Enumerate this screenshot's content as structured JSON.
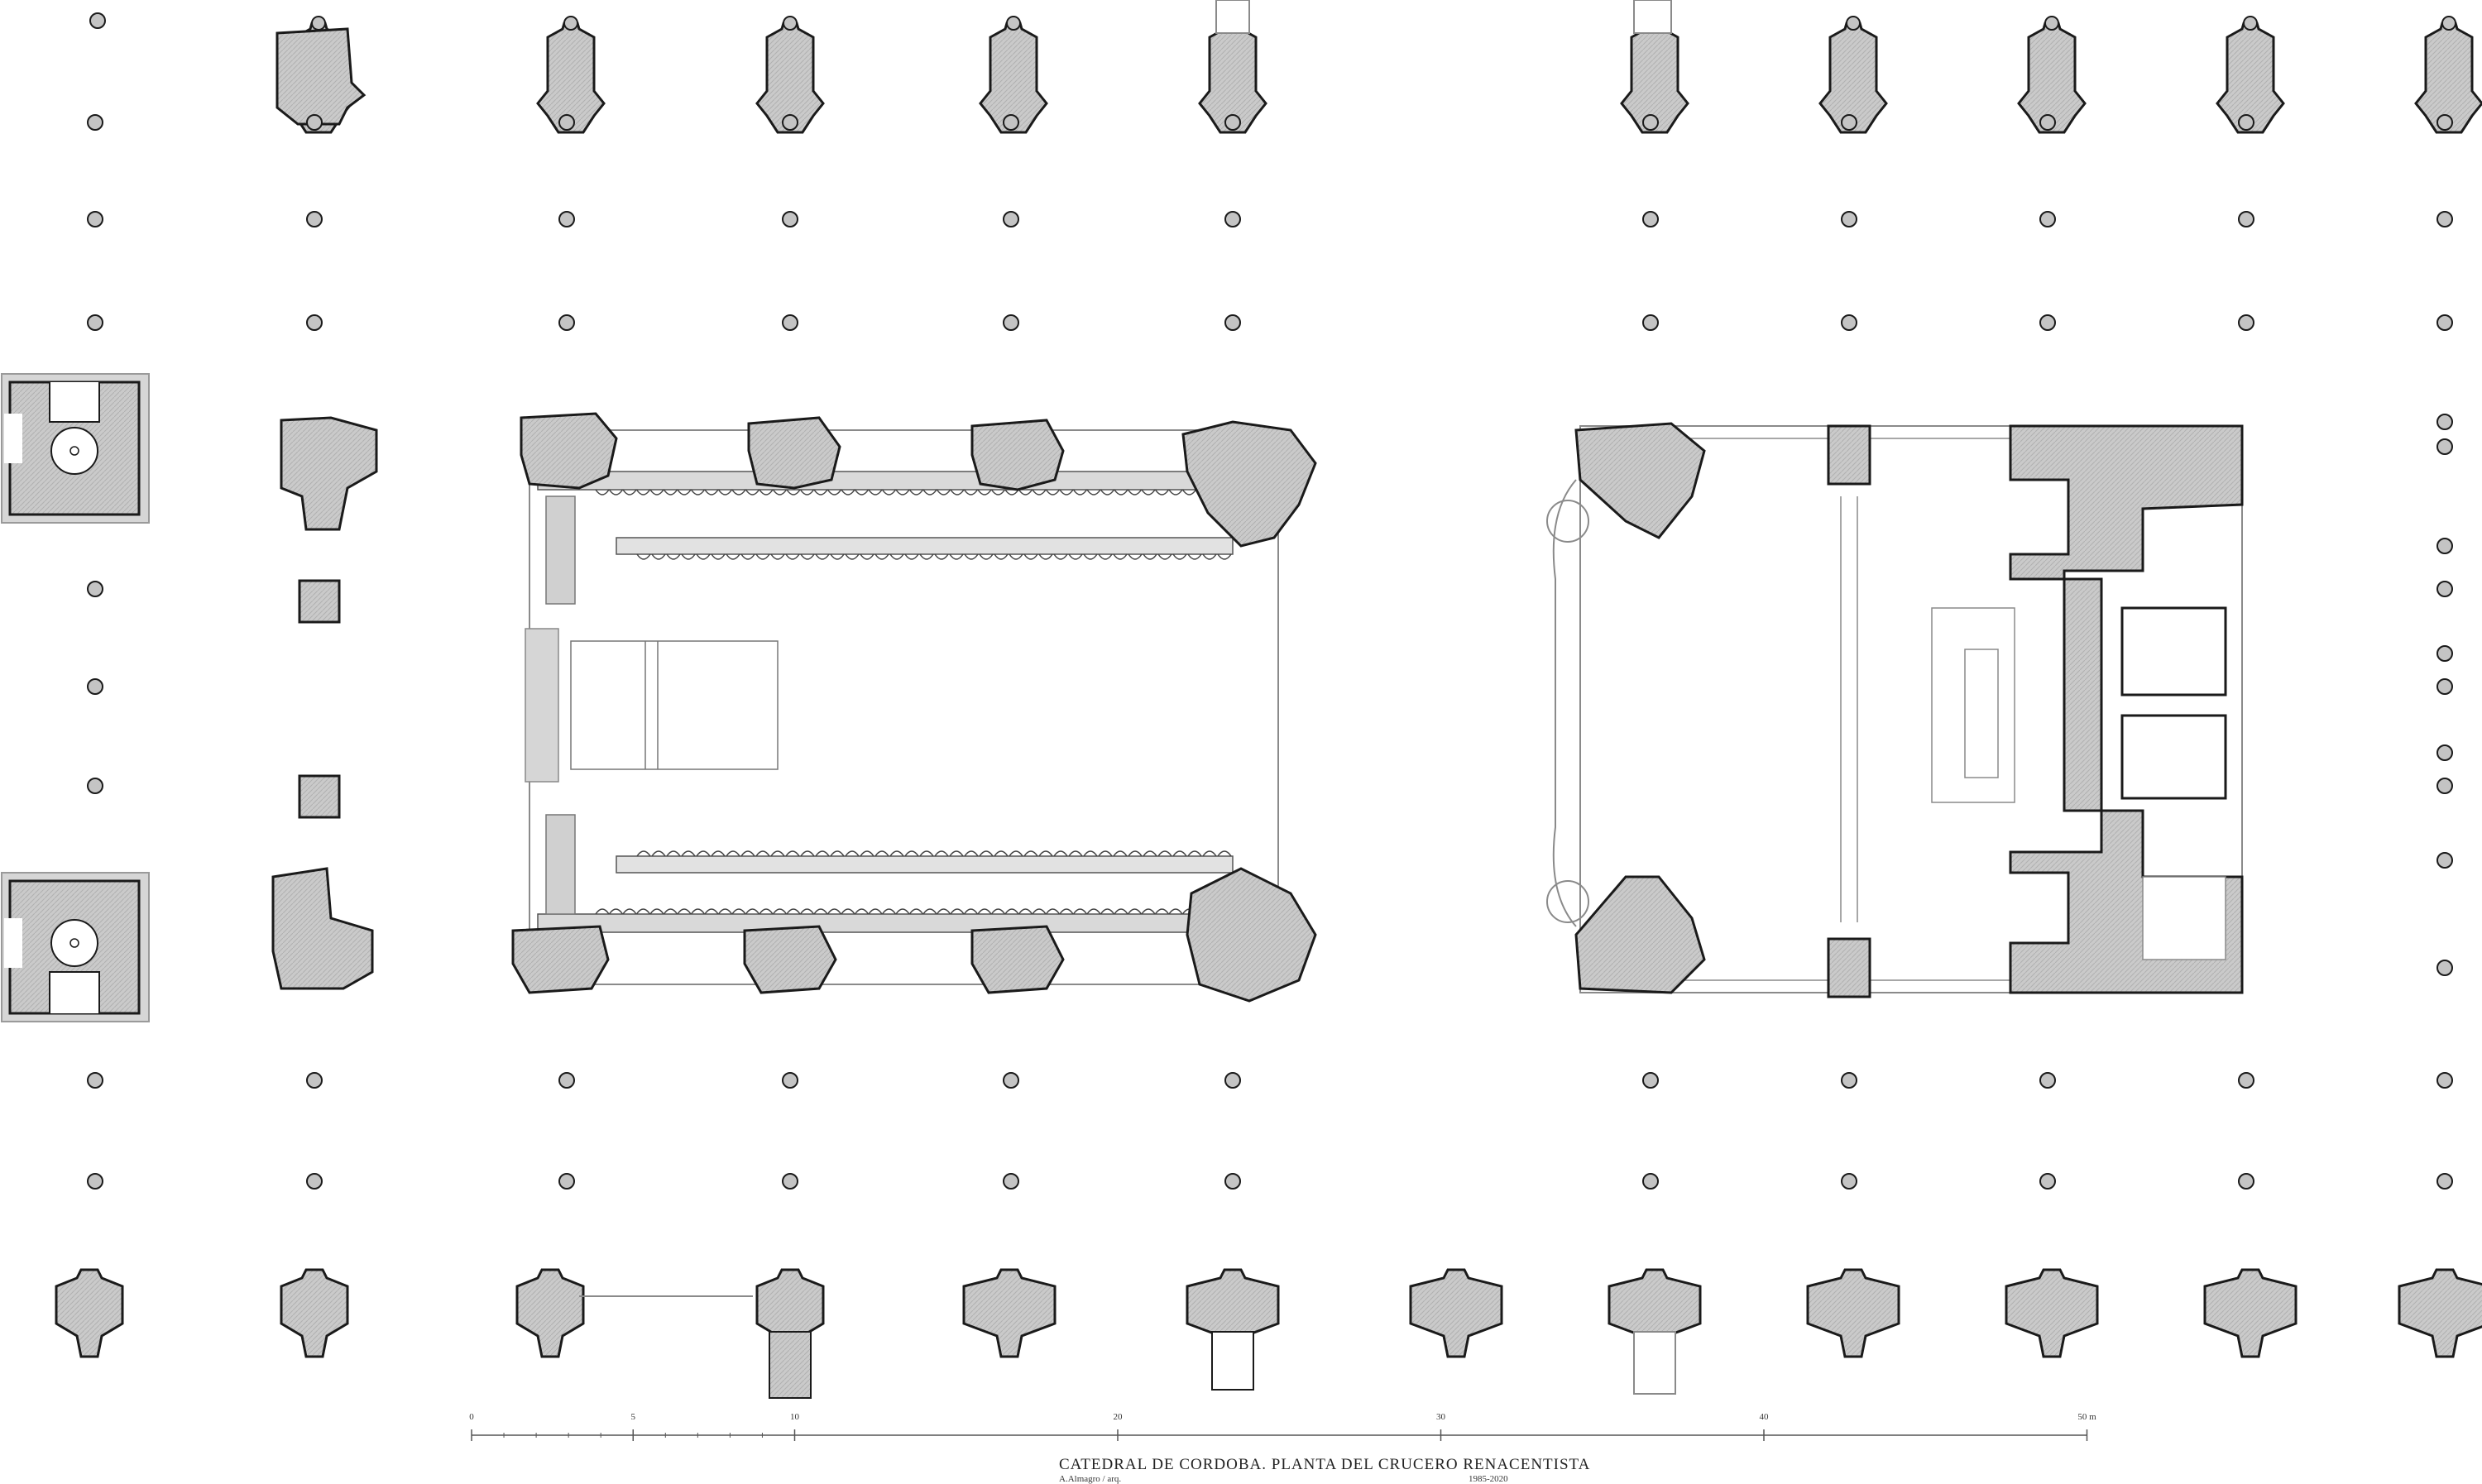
{
  "drawing": {
    "title": "CATEDRAL DE CORDOBA. PLANTA DEL CRUCERO RENACENTISTA",
    "author": "A.Almagro / arq.",
    "years": "1985-2020"
  },
  "scale_bar": {
    "ticks": [
      {
        "value": 0,
        "label": "0"
      },
      {
        "value": 5,
        "label": "5"
      },
      {
        "value": 10,
        "label": "10"
      },
      {
        "value": 20,
        "label": "20"
      },
      {
        "value": 30,
        "label": "30"
      },
      {
        "value": 40,
        "label": "40"
      },
      {
        "value": 50,
        "label": "50 m"
      }
    ]
  },
  "colors": {
    "fill": "#c9c9c9",
    "hatch": "#b4b4b4",
    "halo": "#dcdcdc",
    "line": "#1a1a1a",
    "thin": "#8a8a8a"
  }
}
